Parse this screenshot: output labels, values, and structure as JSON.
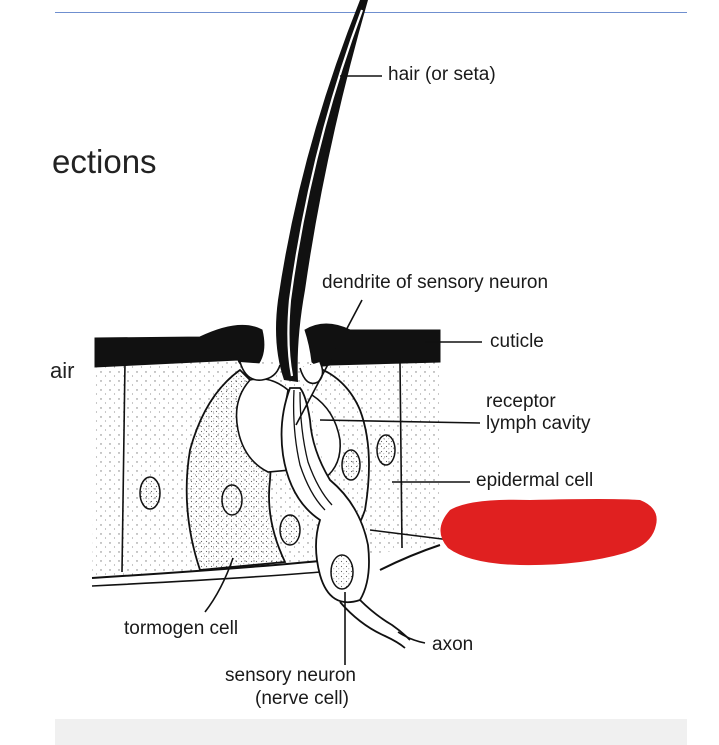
{
  "slide_fragments": {
    "left_heading": "ections",
    "left_text": "air"
  },
  "labels": {
    "hair": "hair (or seta)",
    "dendrite": "dendrite of sensory neuron",
    "cuticle": "cuticle",
    "receptor_line1": "receptor",
    "receptor_line2": "lymph cavity",
    "epidermal": "epidermal cell",
    "tormogen": "tormogen cell",
    "axon": "axon",
    "sensory_line1": "sensory neuron",
    "sensory_line2": "(nerve cell)"
  },
  "colors": {
    "ink": "#111111",
    "redaction": "#e02020",
    "rule": "#6f8fcf"
  }
}
